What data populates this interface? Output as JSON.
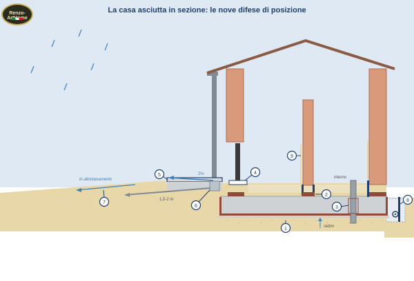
{
  "title": "La casa asciutta in sezione: le nove difese di posizione",
  "logo": {
    "text": "Renzo-ArtHome"
  },
  "annotations": {
    "slope": "2%",
    "distance": "1,5-2 m",
    "drainage_away": "in allontanamento",
    "interior": "interno",
    "radon": "radon"
  },
  "markers": [
    "1",
    "2",
    "3",
    "4",
    "5",
    "6",
    "7",
    "8",
    "9"
  ],
  "colors": {
    "sky": "#dfe9f4",
    "soil": "#e8d8a9",
    "brick": "#d99a7c",
    "slab": "#cfd2d4",
    "roof": "#8a5a44",
    "water": "#3d7fb8",
    "marker_stroke": "#1f3f6e"
  }
}
